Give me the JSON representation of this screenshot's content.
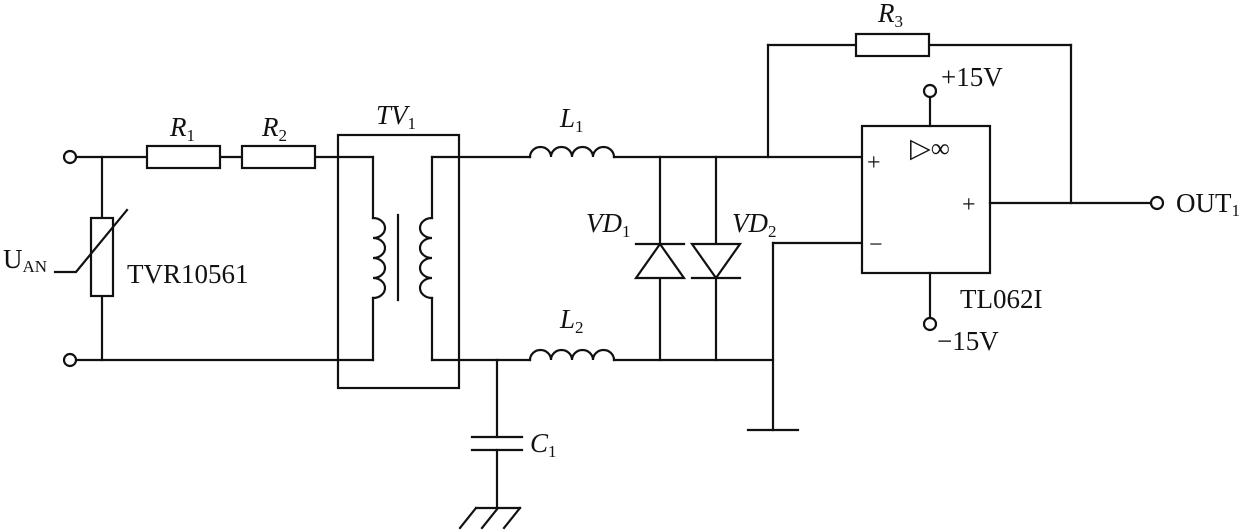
{
  "labels": {
    "r1": {
      "main": "R",
      "sub": "1"
    },
    "r2": {
      "main": "R",
      "sub": "2"
    },
    "r3": {
      "main": "R",
      "sub": "3"
    },
    "tv1": {
      "main": "TV",
      "sub": "1"
    },
    "l1": {
      "main": "L",
      "sub": "1"
    },
    "l2": {
      "main": "L",
      "sub": "2"
    },
    "c1": {
      "main": "C",
      "sub": "1"
    },
    "vd1": {
      "main": "VD",
      "sub": "1"
    },
    "vd2": {
      "main": "VD",
      "sub": "2"
    },
    "uan": {
      "main": "U",
      "sub": "AN"
    },
    "out1": {
      "main": "OUT",
      "sub": "1"
    },
    "varistor": "TVR10561",
    "opamp": "TL062I",
    "vplus": "+15V",
    "vminus": "−15V",
    "inp_plus": "+",
    "inp_minus": "−",
    "out_plus": "+",
    "opamp_symbol": "▷∞"
  }
}
